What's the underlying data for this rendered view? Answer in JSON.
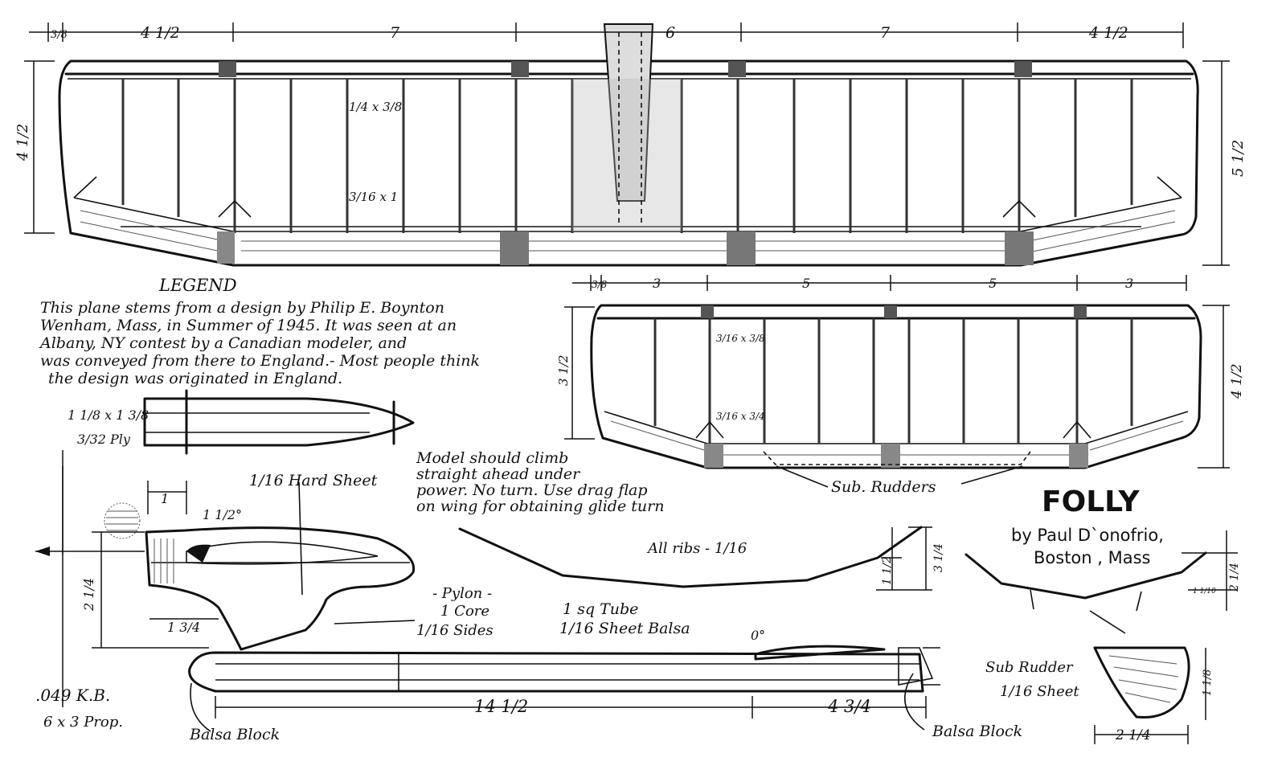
{
  "title": "FOLLY",
  "byline": [
    "by Paul D`onofrio,",
    "Boston , Mass"
  ],
  "legend": {
    "heading": "LEGEND",
    "lines": [
      "This plane stems from a design by Philip E. Boynton",
      "Wenham, Mass, in Summer of 1945. It was seen at an",
      "Albany, NY contest by a Canadian modeler, and",
      "was conveyed from there to England.- Most people think",
      "the design was originated in England."
    ]
  },
  "notes": {
    "climb": [
      "Model should climb",
      "straight ahead under",
      "power. No turn. Use drag flap",
      "on wing for obtaining glide turn"
    ],
    "all_ribs": "All ribs - 1/16",
    "sub_rudders": "Sub. Rudders",
    "hard_sheet": "1/16 Hard Sheet",
    "pylon": [
      "- Pylon -",
      "1 Core",
      "1/16 Sides"
    ],
    "tube": [
      "1 sq Tube",
      "1/16 Sheet Balsa"
    ],
    "engine": [
      ".049 K.B.",
      "6 x 3 Prop."
    ],
    "balsa_block": "Balsa Block",
    "sub_rudder_detail": [
      "Sub Rudder",
      "1/16 Sheet"
    ],
    "spar_1": "1/4 x 3/8",
    "spar_2": "3/16 x 1",
    "stab_spar_1": "3/16 x 3/8",
    "stab_spar_2": "3/16 x 3/4",
    "ply": [
      "1 1/8 x 1 3/8",
      "3/32 Ply"
    ],
    "angle_wing": "1 1/2°",
    "angle_stab": "0°"
  },
  "dimensions": {
    "wing_spans": [
      "3/8",
      "4 1/2",
      "7",
      "6",
      "7",
      "4 1/2"
    ],
    "wing_chord_left": "4 1/2",
    "wing_chord_right": "5 1/2",
    "stab_spans": [
      "3/8",
      "3",
      "5",
      "5",
      "3"
    ],
    "stab_chord_left": "3 1/2",
    "stab_chord_right": "4 1/2",
    "fuse_lengths": [
      "14 1/2",
      "4 3/4"
    ],
    "pylon_height": "2 1/4",
    "pylon_width": "1 3/4",
    "pylon_top": "1",
    "dihedral_small": "1 1/2",
    "dihedral_large": "3 1/4",
    "stab_dihedral": "2 1/4",
    "stab_tip": "1 1/10",
    "rudder_width": "2 1/4",
    "rudder_height": "1 1/8"
  }
}
